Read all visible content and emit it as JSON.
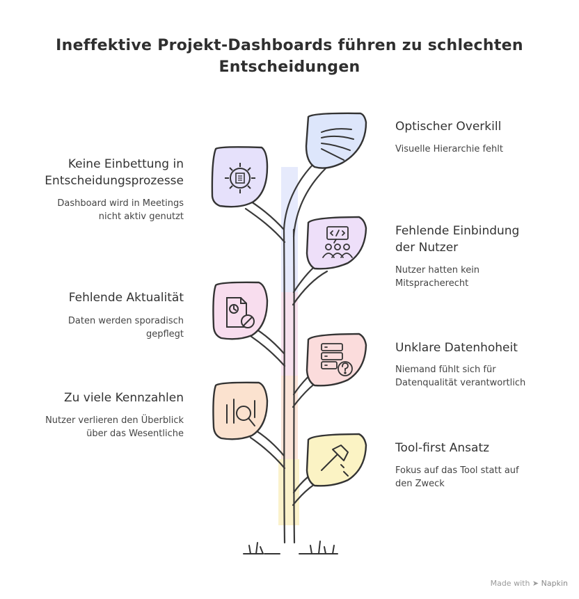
{
  "title": {
    "line1": "Ineffektive Projekt-Dashboards führen zu schlechten",
    "line2": "Entscheidungen"
  },
  "items": [
    {
      "label": "Optischer Overkill",
      "description": [
        "Visuelle Hierarchie fehlt"
      ],
      "icon": "wind-lines-icon",
      "color": "#dde6fb"
    },
    {
      "label": [
        "Keine Einbettung in",
        "Entscheidungsprozesse"
      ],
      "description": [
        "Dashboard wird in Meetings",
        "nicht aktiv genutzt"
      ],
      "icon": "gear-document-icon",
      "color": "#e6e1fb"
    },
    {
      "label": [
        "Fehlende Einbindung",
        "der Nutzer"
      ],
      "description": [
        "Nutzer hatten kein",
        "Mitspracherecht"
      ],
      "icon": "users-code-icon",
      "color": "#eedff9"
    },
    {
      "label": "Fehlende Aktualität",
      "description": [
        "Daten werden sporadisch",
        "gepflegt"
      ],
      "icon": "outdated-document-icon",
      "color": "#f8ddee"
    },
    {
      "label": "Unklare Datenhoheit",
      "description": [
        "Niemand fühlt sich für",
        "Datenqualität verantwortlich"
      ],
      "icon": "server-question-icon",
      "color": "#fbdcdc"
    },
    {
      "label": "Zu viele Kennzahlen",
      "description": [
        "Nutzer verlieren den Überblick",
        "über das Wesentliche"
      ],
      "icon": "chart-magnifier-icon",
      "color": "#fbe2cf"
    },
    {
      "label": "Tool-first Ansatz",
      "description": [
        "Fokus auf das Tool statt auf",
        "den Zweck"
      ],
      "icon": "hammer-icon",
      "color": "#fbf3c4"
    }
  ],
  "footer": {
    "made_with": "Made with",
    "brand": "Napkin"
  }
}
